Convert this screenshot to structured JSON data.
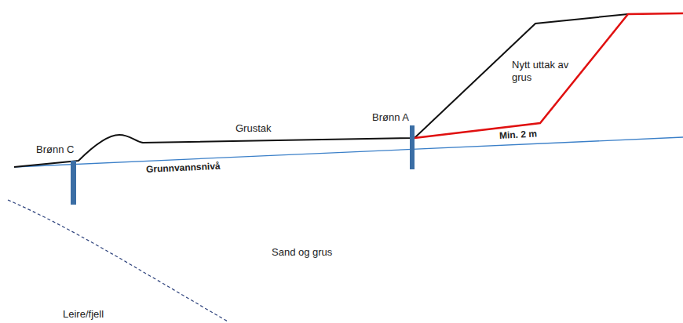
{
  "diagram": {
    "labels": [
      "Brønn C",
      "Grustak",
      "Brønn A",
      "Nytt uttak av grus",
      "Min. 2 m",
      "Grunnvannsnivå",
      "Sand og grus",
      "Leire/fjell"
    ]
  }
}
